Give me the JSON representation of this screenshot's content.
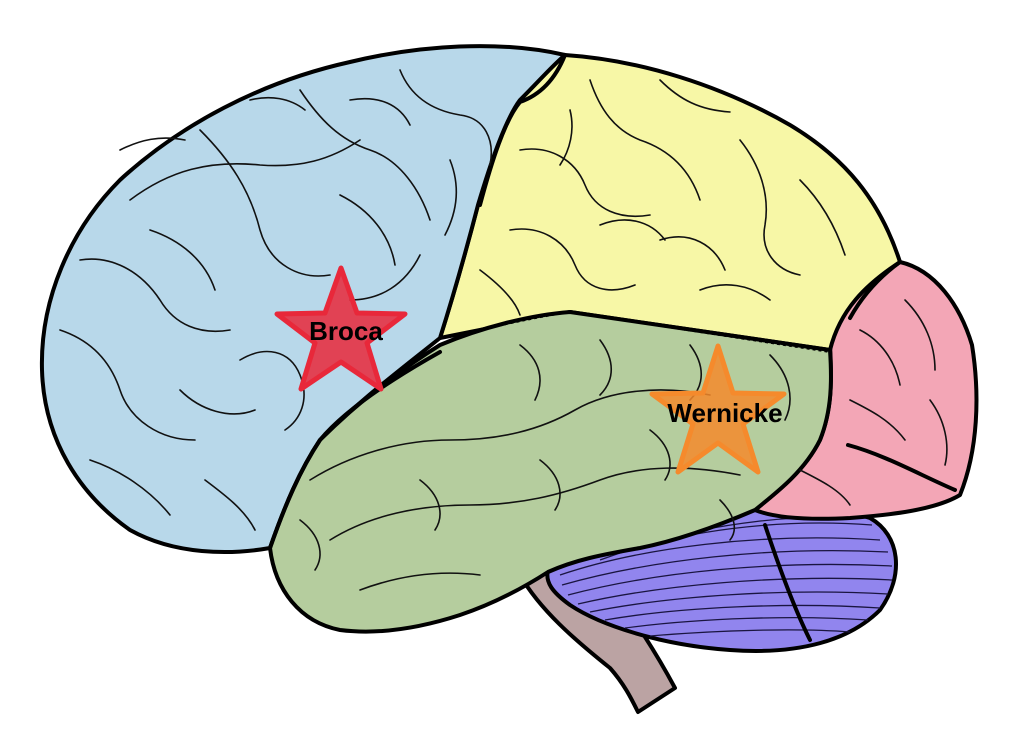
{
  "diagram": {
    "regions": [
      {
        "name": "frontal-lobe",
        "color": "#b8d8ea"
      },
      {
        "name": "parietal-lobe",
        "color": "#f7f7a6"
      },
      {
        "name": "temporal-lobe",
        "color": "#b5cd9e"
      },
      {
        "name": "occipital-lobe",
        "color": "#f3a6b6"
      },
      {
        "name": "cerebellum",
        "color": "#9185ee"
      },
      {
        "name": "brain-stem",
        "color": "#bba3a3"
      }
    ],
    "markers": [
      {
        "label": "Broca",
        "color": "#e8283a",
        "icon": "star-icon"
      },
      {
        "label": "Wernicke",
        "color": "#f58a2c",
        "icon": "star-icon"
      }
    ]
  }
}
